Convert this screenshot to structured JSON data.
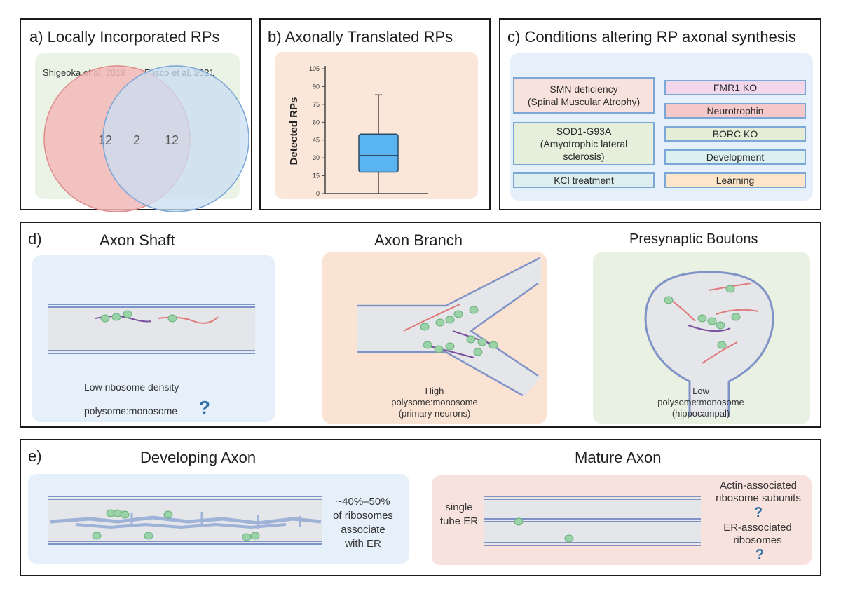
{
  "panel_a": {
    "title": "a)  Locally Incorporated RPs",
    "left_label": "Shigeoka et al, 2019",
    "right_label": "Fusco et al, 2021",
    "left_count": "12",
    "overlap_count": "2",
    "right_count": "12",
    "colors": {
      "left": "#f2b8b8",
      "right": "#cde3f6",
      "bg": "#eaf3e6"
    }
  },
  "panel_b": {
    "title": "b)  Axonally Translated RPs",
    "chart_data": {
      "type": "box",
      "ylabel": "Detected RPs",
      "yticks": [
        "0",
        "15",
        "30",
        "45",
        "60",
        "75",
        "90",
        "105"
      ],
      "ylim": [
        0,
        105
      ],
      "box": {
        "min": 0,
        "q1": 18,
        "median": 32,
        "q3": 50,
        "max": 83
      },
      "box_color": "#5ab4ef"
    }
  },
  "panel_c": {
    "title": "c)  Conditions altering RP axonal synthesis",
    "conditions_left": [
      {
        "text": "SMN deficiency\n(Spinal Muscular Atrophy)",
        "fill": "#f8e2dd"
      },
      {
        "text": "SOD1-G93A\n(Amyotrophic lateral\nsclerosis)",
        "fill": "#e6efdc"
      },
      {
        "text": "KCl treatment",
        "fill": "#dcefee"
      }
    ],
    "conditions_right": [
      {
        "text": "FMR1 KO",
        "fill": "#f1d6ec"
      },
      {
        "text": "Neurotrophin",
        "fill": "#f5c9c9"
      },
      {
        "text": "BORC KO",
        "fill": "#e5edd7"
      },
      {
        "text": "Development",
        "fill": "#dcf0ef"
      },
      {
        "text": "Learning",
        "fill": "#fde5c9"
      }
    ]
  },
  "panel_d": {
    "label": "d)",
    "shaft": {
      "title": "Axon Shaft",
      "line1": "Low ribosome density",
      "line2": "polysome:monosome",
      "q": "?"
    },
    "branch": {
      "title": "Axon Branch",
      "text": "High\npolysome:monosome\n(primary neurons)"
    },
    "bouton": {
      "title": "Presynaptic Boutons",
      "text": "Low\npolysome:monosome\n(hippocampal)"
    }
  },
  "panel_e": {
    "label": "e)",
    "developing": {
      "title": "Developing Axon",
      "text": "~40%–50%\nof ribosomes\nassociate\nwith ER"
    },
    "mature": {
      "title": "Mature Axon",
      "single_er": "single\ntube ER",
      "actin_text": "Actin-associated\nribosome subunits",
      "er_text": "ER-associated\nribosomes",
      "q": "?"
    }
  }
}
